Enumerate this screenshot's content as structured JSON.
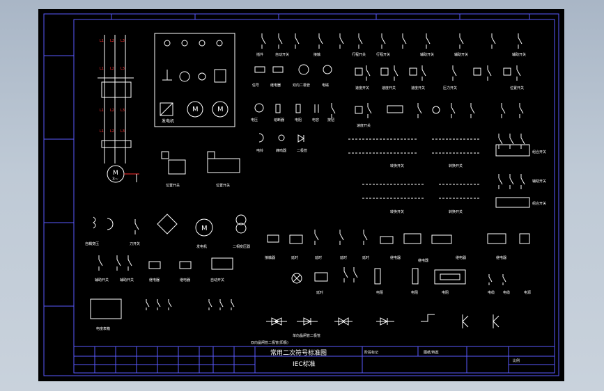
{
  "title_block": {
    "drawing_title": "常用二次符号标准图",
    "standard": "IEC标准",
    "field_a": "阶段标记",
    "field_b": "图纸/档案",
    "field_c": "比例"
  },
  "labels": {
    "motor": "M",
    "motor_phase": "3~",
    "knife_switch": "刀开关",
    "generator": "发电机",
    "transformer": "二相变压器",
    "auto_switch": "自动开关",
    "transfer_switch": "转换开关",
    "switch_group": "组合开关",
    "aux_switch": "辅助开关",
    "meter_box": "电度表箱",
    "pos_switch": "位置开关",
    "travel_switch": "行程开关",
    "speed_switch": "速度开关",
    "pressure_switch": "压力开关",
    "relay": "继电器",
    "contactor": "接触器",
    "button": "按钮",
    "lamp": "信号灯",
    "diode": "二极管",
    "capacitor": "电容",
    "resistor": "电阻",
    "fuse": "熔断器",
    "bell": "电铃",
    "buzzer": "蜂鸣器",
    "triac": "双向晶闸管",
    "diode_note": "单向晶闸管二极管",
    "triac_note": "双向晶闸管二极管(阳极)"
  },
  "colors": {
    "background": "#000000",
    "lines": "#ffffff",
    "frame": "#5a5aff",
    "red_text": "#ff3030",
    "yellow": "#ffff40",
    "green": "#40ff40"
  }
}
